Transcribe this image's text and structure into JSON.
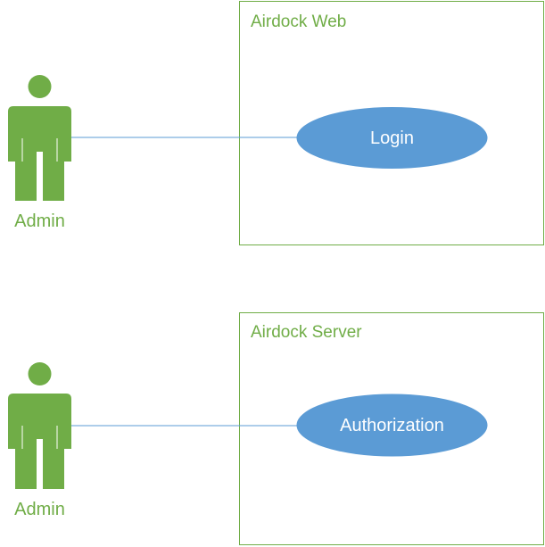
{
  "colors": {
    "actor": "#70ad47",
    "boundary_stroke": "#70ad47",
    "boundary_title": "#70ad47",
    "usecase_fill": "#5b9bd5",
    "usecase_text": "#ffffff",
    "connector": "#5b9bd5",
    "background": "#ffffff"
  },
  "diagram": {
    "top": {
      "actor_label": "Admin",
      "system_title": "Airdock Web",
      "usecase_label": "Login"
    },
    "bottom": {
      "actor_label": "Admin",
      "system_title": "Airdock Server",
      "usecase_label": "Authorization"
    }
  }
}
